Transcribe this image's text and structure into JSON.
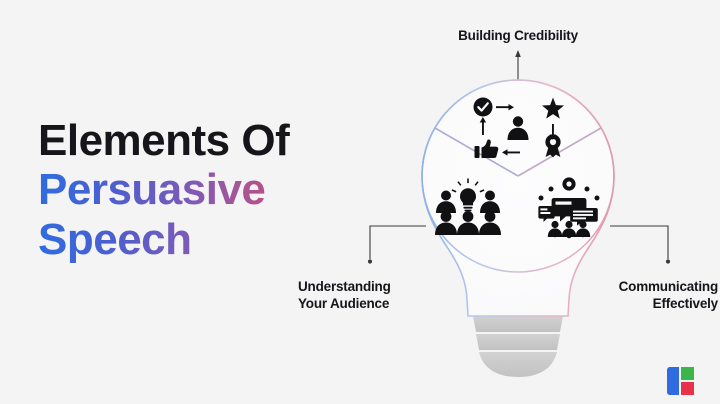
{
  "slide": {
    "background_color": "#f4f4f5",
    "title": {
      "line1": "Elements Of",
      "line2": "Persuasive",
      "line3": "Speech",
      "line1_color": "#15151a",
      "gradient_start": "#2f6ce0",
      "gradient_end": "#e8324b"
    },
    "diagram": {
      "type": "lightbulb-three-segment",
      "bulb_outline_left_color": "#9fb8e8",
      "bulb_outline_right_color": "#e8a8bb",
      "bulb_base_color": "#c9c9c9",
      "connector_color": "#3a3a3a",
      "segments": [
        {
          "id": "top",
          "label": "Building Credibility",
          "icon": "credibility-cycle-icon",
          "icon_parts": [
            "check-circle-icon",
            "star-icon",
            "award-medal-icon",
            "thumbs-up-icon",
            "person-icon",
            "arrow-right-icon",
            "arrow-down-icon",
            "arrow-left-icon",
            "arrow-up-icon"
          ]
        },
        {
          "id": "bottom-left",
          "label": "Understanding\nYour Audience",
          "icon": "audience-lightbulb-icon",
          "icon_parts": [
            "lightbulb-idea-icon",
            "people-group-icon"
          ]
        },
        {
          "id": "bottom-right",
          "label": "Communicating\nEffectively",
          "icon": "communication-network-icon",
          "icon_parts": [
            "chat-bubble-icon",
            "screen-icon",
            "network-dots-icon",
            "people-icon"
          ]
        }
      ]
    },
    "logo": {
      "name": "brand-logo",
      "colors": [
        "#2f6ce0",
        "#3cb54a",
        "#e8324b"
      ]
    }
  }
}
